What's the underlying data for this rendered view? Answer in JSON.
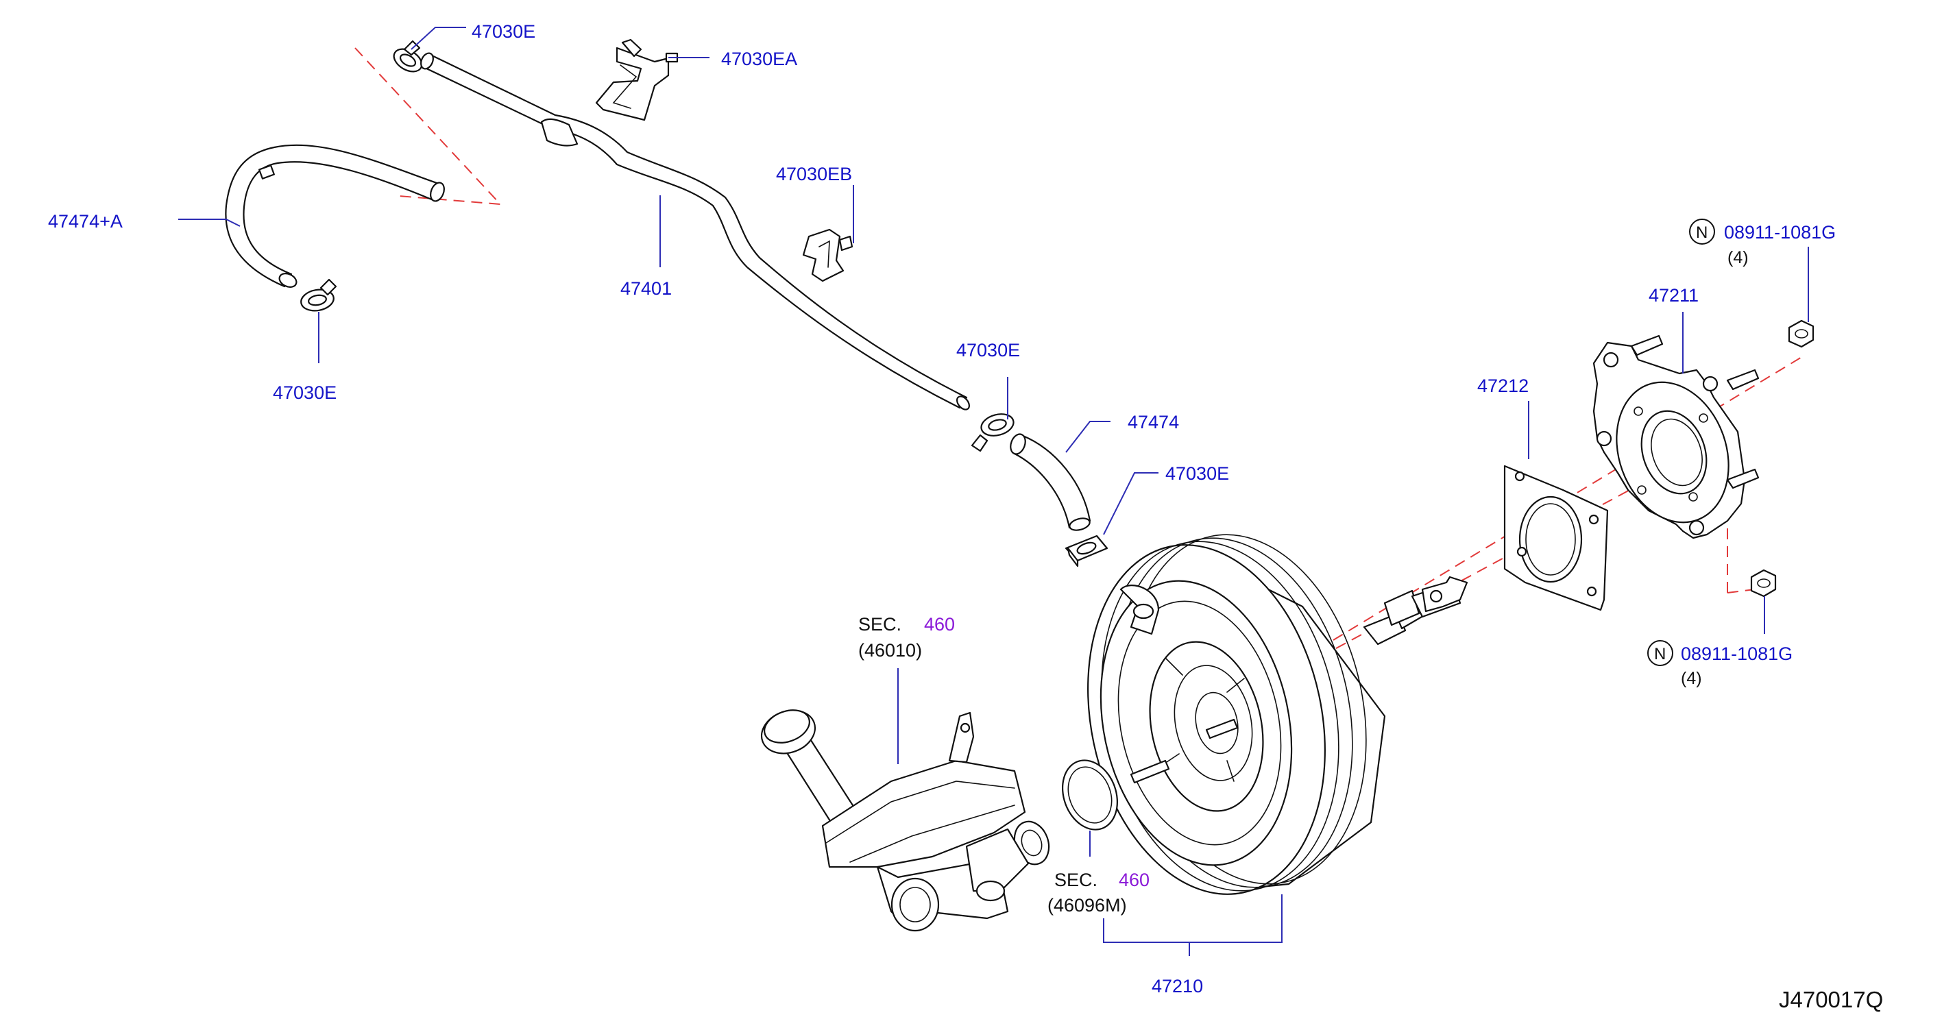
{
  "labels": {
    "clip_top": "47030E",
    "bracket_ea": "47030EA",
    "hose_left": "47474+A",
    "clip_left_bottom": "47030E",
    "hose_main": "47401",
    "bracket_eb": "47030EB",
    "clip_mid": "47030E",
    "hose_short": "47474",
    "clip_lower": "47030E",
    "gasket": "47212",
    "flange": "47211",
    "nut_top_code": "08911-1081G",
    "nut_top_qty": "(4)",
    "nut_bottom_code": "08911-1081G",
    "nut_bottom_qty": "(4)",
    "n_mark": "N",
    "sec_mc_prefix": "SEC.",
    "sec_mc_num": "460",
    "sec_mc_ref": "(46010)",
    "sec_seal_prefix": "SEC.",
    "sec_seal_num": "460",
    "sec_seal_ref": "(46096M)",
    "booster": "47210",
    "diagram_code": "J470017Q"
  }
}
